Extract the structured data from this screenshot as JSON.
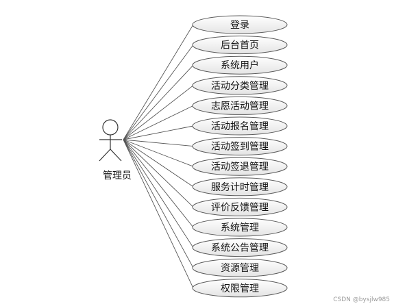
{
  "actor": {
    "label": "管理员"
  },
  "use_cases": [
    "登录",
    "后台首页",
    "系统用户",
    "活动分类管理",
    "志愿活动管理",
    "活动报名管理",
    "活动签到管理",
    "活动签退管理",
    "服务计时管理",
    "评价反馈管理",
    "系统管理",
    "系统公告管理",
    "资源管理",
    "权限管理"
  ],
  "watermark": "CSDN @bysjlw985",
  "colors": {
    "line": "#555555",
    "ellipse_fill_top": "#ffffff",
    "ellipse_fill_bottom": "#e4e4e4",
    "ellipse_stroke": "#5a5a5a",
    "text": "#111111"
  }
}
